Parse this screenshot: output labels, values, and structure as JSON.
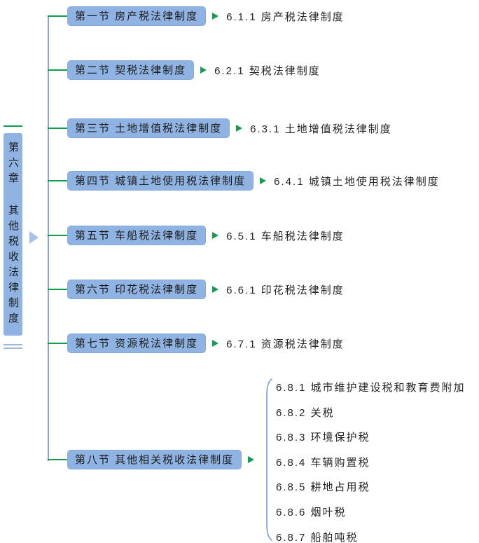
{
  "root": {
    "label": "第六章 其他税收法律制度"
  },
  "colors": {
    "node_fill": "#8fb3e2",
    "node_border": "#86abd9",
    "branch_green": "#0f9d4f",
    "trunk_blue": "#8aa6cd",
    "arrow_green": "#149c52",
    "root_arrow_blue": "#a6c2e6",
    "text": "#1c1c1c"
  },
  "branches": [
    {
      "label": "第一节 房产税法律制度",
      "children": [
        "6.1.1 房产税法律制度"
      ]
    },
    {
      "label": "第二节 契税法律制度",
      "children": [
        "6.2.1 契税法律制度"
      ]
    },
    {
      "label": "第三节 土地增值税法律制度",
      "children": [
        "6.3.1 土地增值税法律制度"
      ]
    },
    {
      "label": "第四节 城镇土地使用税法律制度",
      "children": [
        "6.4.1 城镇土地使用税法律制度"
      ]
    },
    {
      "label": "第五节 车船税法律制度",
      "children": [
        "6.5.1 车船税法律制度"
      ]
    },
    {
      "label": "第六节 印花税法律制度",
      "children": [
        "6.6.1 印花税法律制度"
      ]
    },
    {
      "label": "第七节 资源税法律制度",
      "children": [
        "6.7.1 资源税法律制度"
      ]
    },
    {
      "label": "第八节 其他相关税收法律制度",
      "children": [
        "6.8.1 城市维护建设税和教育费附加",
        "6.8.2 关税",
        "6.8.3 环境保护税",
        "6.8.4 车辆购置税",
        "6.8.5 耕地占用税",
        "6.8.6 烟叶税",
        "6.8.7 船舶吨税"
      ]
    }
  ]
}
